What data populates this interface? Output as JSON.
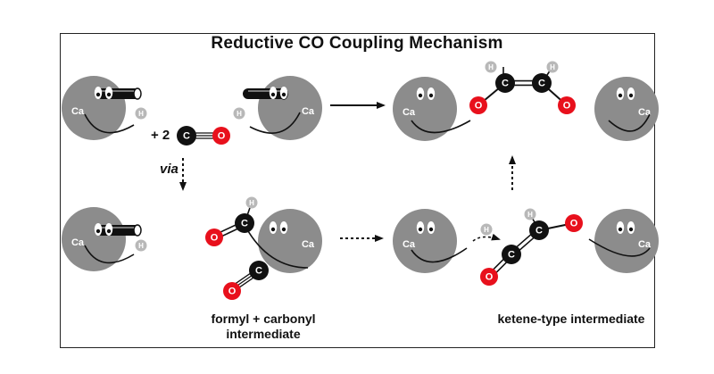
{
  "title": "Reductive CO Coupling Mechanism",
  "labels": {
    "plus_two": "+ 2",
    "via": "via",
    "formyl_line1": "formyl + carbonyl",
    "formyl_line2": "intermediate",
    "ketene": "ketene-type intermediate"
  },
  "atoms": {
    "calcium": "Ca",
    "carbon": "C",
    "oxygen": "O",
    "hydrogen": "H"
  },
  "colors": {
    "calcium_sphere": "#8c8c8c",
    "carbon": "#111111",
    "oxygen": "#e8101c",
    "hydrogen": "#b8b8b8",
    "ink": "#111111"
  }
}
